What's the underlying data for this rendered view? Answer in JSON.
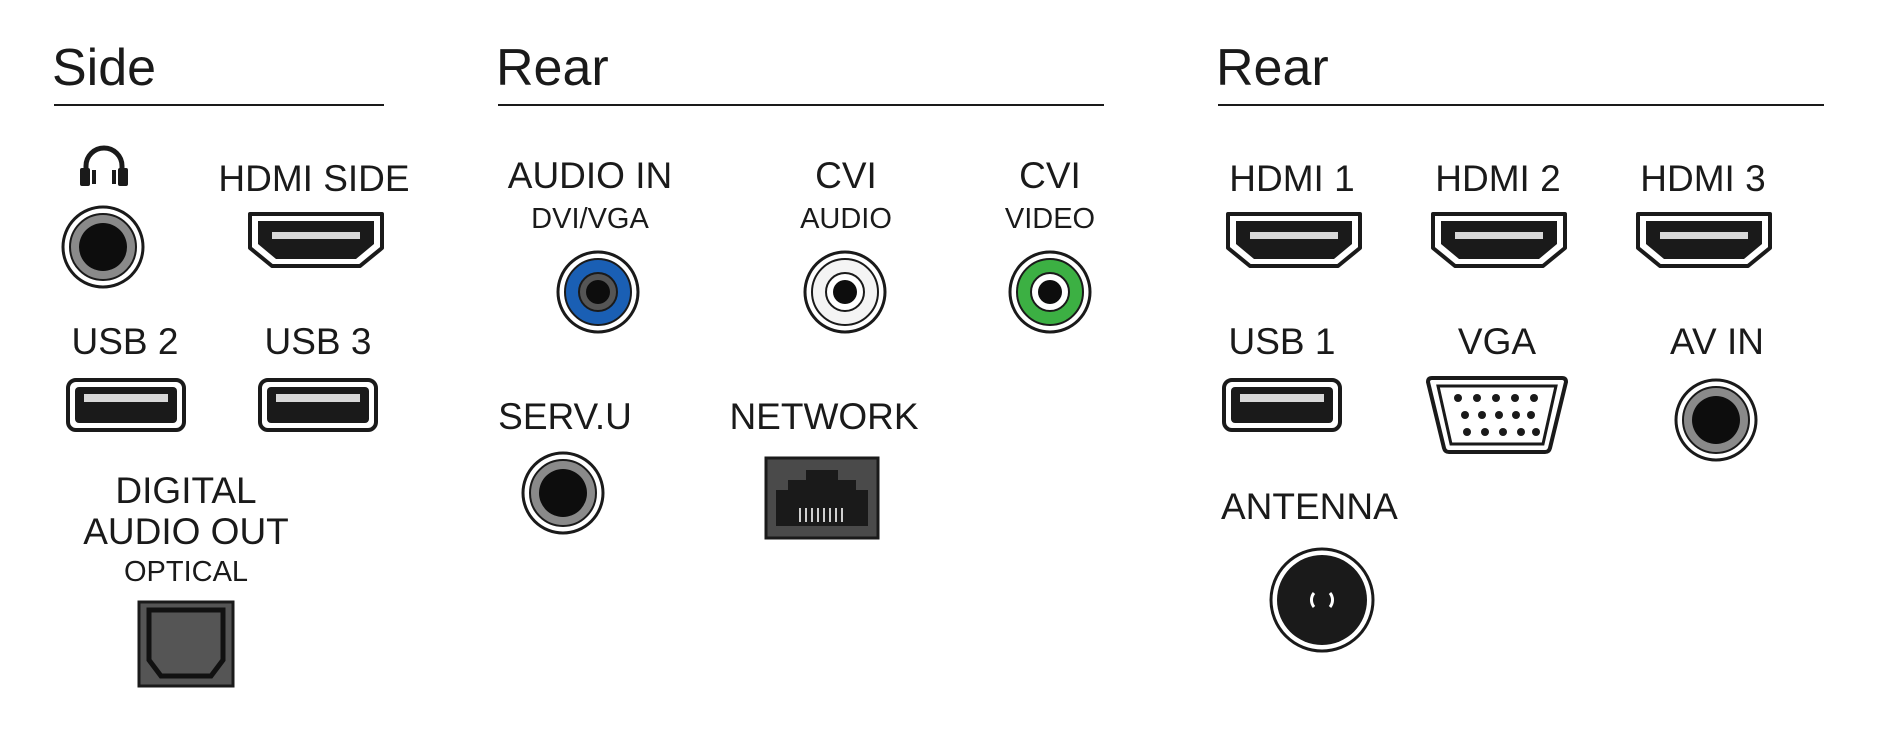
{
  "sections": {
    "side": {
      "title": "Side"
    },
    "rear_av": {
      "title": "Rear"
    },
    "rear_main": {
      "title": "Rear"
    }
  },
  "labels": {
    "hdmi_side": "HDMI SIDE",
    "usb2": "USB 2",
    "usb3": "USB 3",
    "digital_audio_line1": "DIGITAL",
    "digital_audio_line2": "AUDIO OUT",
    "optical": "OPTICAL",
    "audio_in": "AUDIO IN",
    "dvi_vga": "DVI/VGA",
    "cvi_audio_line1": "CVI",
    "cvi_audio_line2": "AUDIO",
    "cvi_video_line1": "CVI",
    "cvi_video_line2": "VIDEO",
    "serv_u": "SERV.U",
    "network": "NETWORK",
    "hdmi1": "HDMI 1",
    "hdmi2": "HDMI 2",
    "hdmi3": "HDMI 3",
    "usb1": "USB 1",
    "vga": "VGA",
    "av_in": "AV IN",
    "antenna": "ANTENNA"
  },
  "icons": {
    "headphone": "headphone-icon",
    "jack": "audio-jack-icon",
    "hdmi": "hdmi-port-icon",
    "usb": "usb-port-icon",
    "optical": "optical-port-icon",
    "rca": "rca-jack-icon",
    "ethernet": "ethernet-port-icon",
    "vga": "vga-port-icon",
    "antenna": "antenna-connector-icon"
  },
  "colors": {
    "audio_in_ring": "#1a5fb4",
    "cvi_audio_ring": "#ffffff",
    "cvi_video_ring": "#3cb043"
  }
}
